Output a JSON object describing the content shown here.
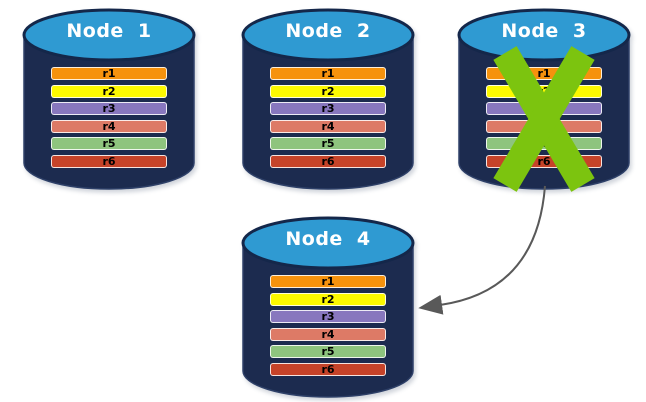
{
  "diagram": {
    "nodes": [
      {
        "label": "Node 1",
        "failed": false
      },
      {
        "label": "Node 2",
        "failed": false
      },
      {
        "label": "Node 3",
        "failed": true
      },
      {
        "label": "Node 4",
        "failed": false
      }
    ],
    "replicas": [
      {
        "label": "r1",
        "color": "#F6920D"
      },
      {
        "label": "r2",
        "color": "#FDF900"
      },
      {
        "label": "r3",
        "color": "#8877BE"
      },
      {
        "label": "r4",
        "color": "#DD7A66"
      },
      {
        "label": "r5",
        "color": "#8EC47E"
      },
      {
        "label": "r6",
        "color": "#C64329"
      }
    ],
    "colors": {
      "cylinder_body": "#1C2B4F",
      "cylinder_body_stroke": "#2E4068",
      "cylinder_top": "#2F9AD2",
      "cylinder_top_stroke": "#14274A",
      "failure_x": "#7CC40F",
      "arrow": "#595959",
      "node_label_text": "#FFFFFF",
      "replica_text": "#000000",
      "background": "#FFFFFF"
    }
  }
}
